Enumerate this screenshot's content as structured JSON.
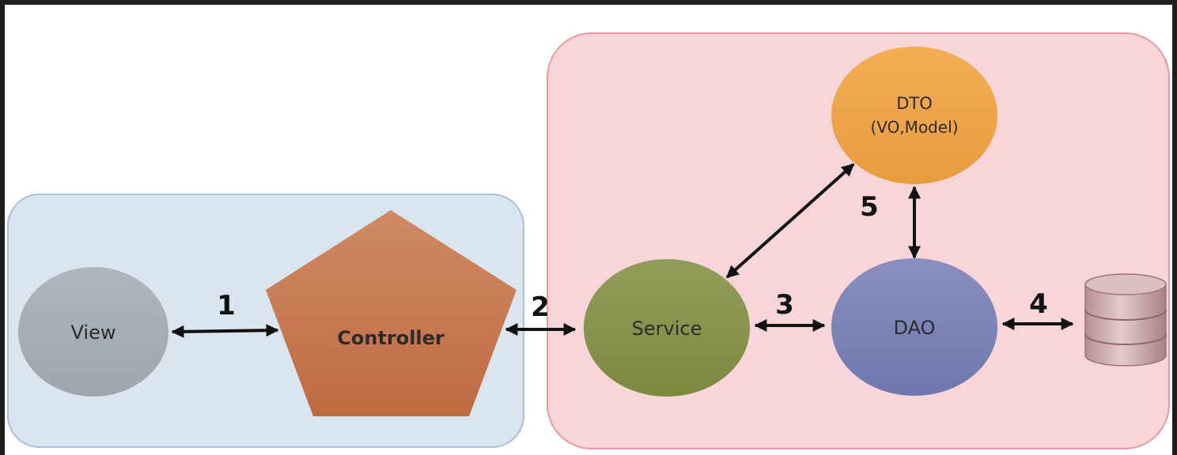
{
  "diagram": {
    "groups": [
      {
        "id": "presentation",
        "fill": "#dae5f0",
        "stroke": "#a9c0dc"
      },
      {
        "id": "business",
        "fill": "#f7d5d8",
        "stroke": "#e79aa2"
      }
    ],
    "nodes": {
      "view": {
        "label": "View",
        "color": "#a6adb5"
      },
      "controller": {
        "label": "Controller",
        "color": "#c9774a"
      },
      "service": {
        "label": "Service",
        "color": "#869348"
      },
      "dao": {
        "label": "DAO",
        "color": "#7b82b8"
      },
      "dto": {
        "label_line1": "DTO",
        "label_line2": "(VO,Model)",
        "color": "#efa54a"
      },
      "database": {
        "icon": "database-icon",
        "color": "#c9a7a8"
      }
    },
    "edges": [
      {
        "id": "view-controller",
        "label": "1"
      },
      {
        "id": "controller-service",
        "label": "2"
      },
      {
        "id": "service-dao",
        "label": "3"
      },
      {
        "id": "dao-database",
        "label": "4"
      },
      {
        "id": "service-dto",
        "label": "5"
      },
      {
        "id": "dao-dto",
        "label": ""
      }
    ]
  }
}
